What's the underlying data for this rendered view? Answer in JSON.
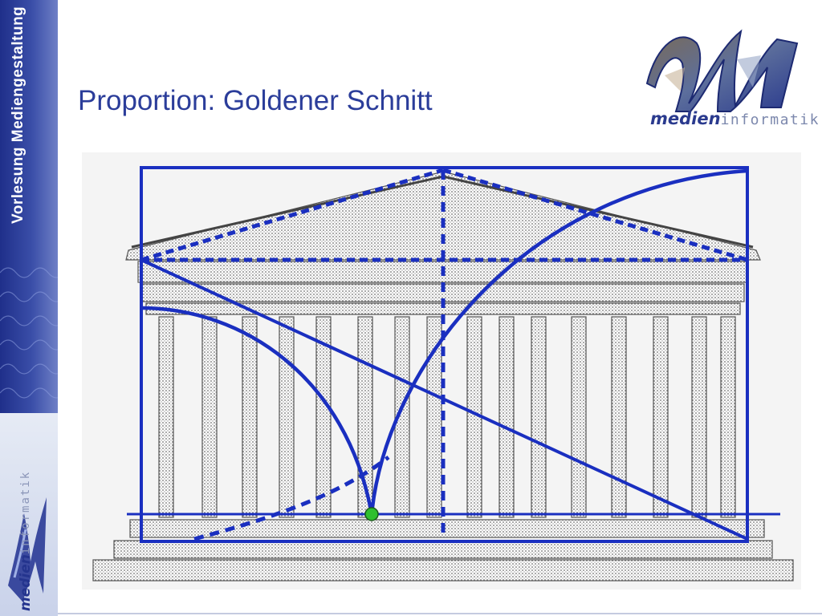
{
  "sidebar": {
    "vertical_title": "Vorlesung Mediengestaltung",
    "logo": {
      "text_bold": "medien",
      "text_light": "informatik"
    }
  },
  "header": {
    "title": "Proportion: Goldener Schnitt",
    "logo": {
      "text_bold": "medien",
      "text_light": "informatik"
    }
  },
  "colors": {
    "primary_blue": "#1a2fc0",
    "title_blue": "#2b3d9a",
    "golden_point": "#2fbf2f",
    "sidebar_blue": "#2b3d9a"
  },
  "icons": [
    "wm-logo-icon",
    "golden-point-marker"
  ]
}
